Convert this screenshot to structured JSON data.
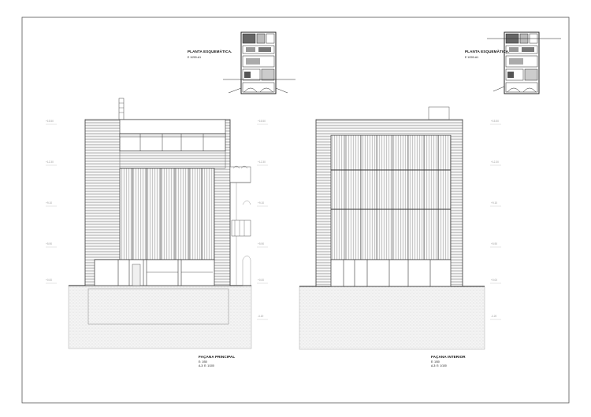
{
  "sheet": {
    "key_plan_left": {
      "title": "PLANTA ESQUEMÀTICA.",
      "scale": "E 1/200-A1"
    },
    "key_plan_right": {
      "title": "PLANTA ESQUEMÀTICA.",
      "scale": "E 1/200-A1"
    },
    "elevation_left": {
      "title": "FAÇANA PRINCIPAL",
      "line1": "E: 1/50",
      "line2": "A-3: E: 1/100"
    },
    "elevation_right": {
      "title": "FAÇANA INTERIOR",
      "line1": "E: 1/50",
      "line2": "A-3: E: 1/100"
    },
    "level_marks_left": [
      "+15.50",
      "+12.30",
      "+9.10",
      "+5.90",
      "+0.00"
    ],
    "level_marks_mid": [
      "+15.50",
      "+12.30",
      "+9.10",
      "+5.90",
      "+0.00",
      "-3.20"
    ],
    "level_marks_right": [
      "+15.50",
      "+12.30",
      "+9.10",
      "+5.90",
      "+0.00",
      "-3.20"
    ]
  }
}
